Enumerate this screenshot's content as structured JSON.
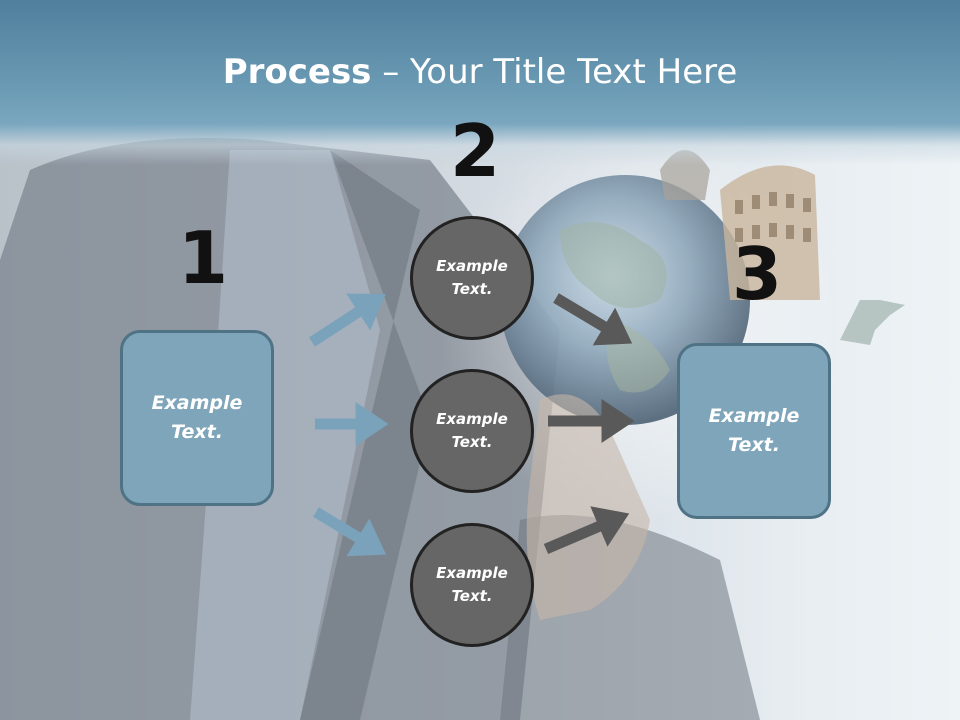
{
  "slide": {
    "title_bold": "Process",
    "title_rest": " – Your Title Text Here"
  },
  "steps": [
    {
      "number": "1",
      "text": "Example\nText."
    },
    {
      "number": "2",
      "items": [
        "Example\nText.",
        "Example\nText.",
        "Example\nText."
      ]
    },
    {
      "number": "3",
      "text": "Example\nText."
    }
  ],
  "colors": {
    "title_band": "#5f8eaa",
    "box_fill": "#7fa5ba",
    "box_border": "#4f7385",
    "circle_fill": "#666666",
    "circle_border": "#222222",
    "arrow_in": "#7aa3bb",
    "arrow_out": "#595959"
  }
}
